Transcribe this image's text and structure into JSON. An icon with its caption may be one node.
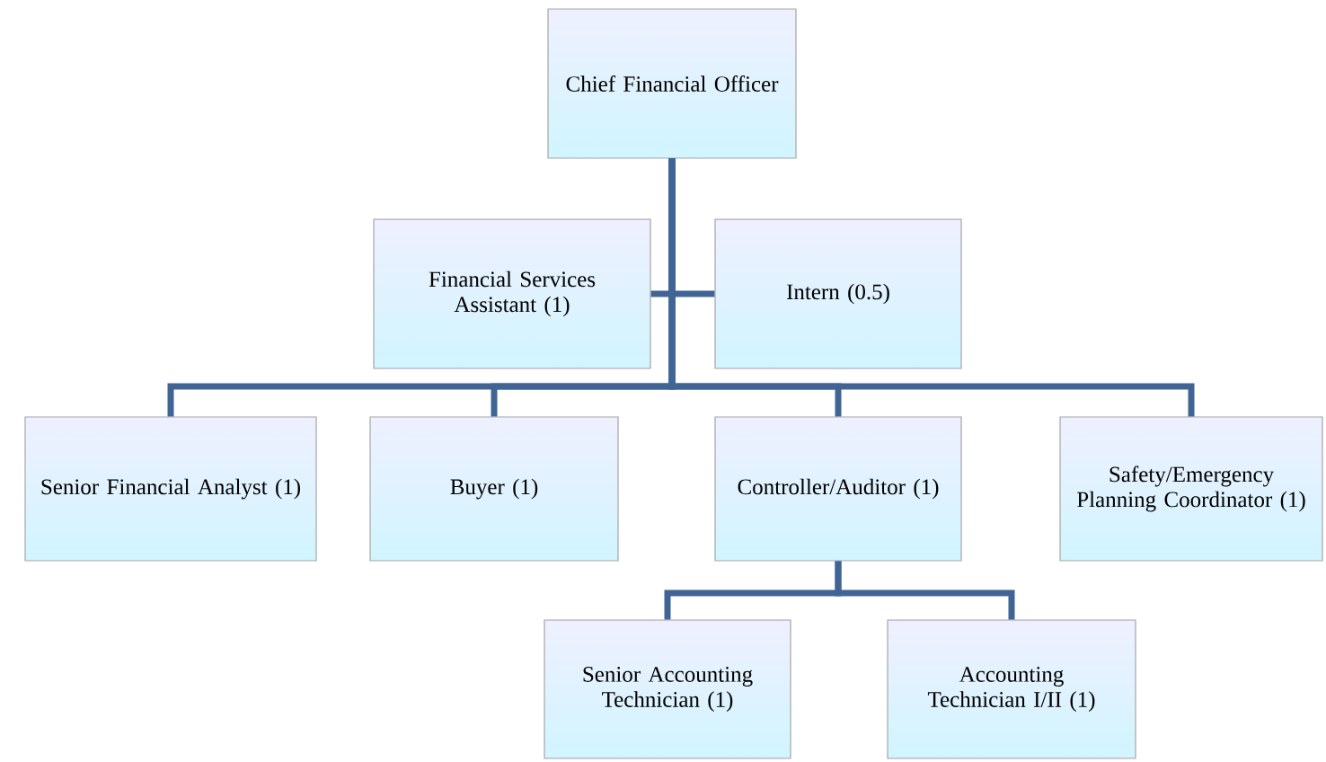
{
  "diagram": {
    "nodes": [
      {
        "text": [
          "Chief Financial Officer"
        ]
      },
      {
        "text": [
          "Financial Services Assistant (1)"
        ]
      },
      {
        "text": [
          "Intern (0.5)"
        ]
      },
      {
        "text": [
          "Senior Financial Analyst (1)"
        ]
      },
      {
        "text": [
          "Buyer (1)"
        ]
      },
      {
        "text": [
          "Controller/Auditor (1)"
        ]
      },
      {
        "text": [
          "Safety/Emergency Planning Coordinator (1)"
        ]
      },
      {
        "text": [
          "Senior Accounting Technician (1)"
        ]
      },
      {
        "text": [
          "Accounting Technician I/II (1)"
        ]
      }
    ],
    "edges": [
      {
        "from": 0,
        "to": 1,
        "arrow": "none"
      },
      {
        "from": 0,
        "to": 2,
        "arrow": "none"
      },
      {
        "from": 0,
        "to": 3,
        "arrow": "none"
      },
      {
        "from": 0,
        "to": 4,
        "arrow": "none"
      },
      {
        "from": 0,
        "to": 5,
        "arrow": "none"
      },
      {
        "from": 0,
        "to": 6,
        "arrow": "none"
      },
      {
        "from": 5,
        "to": 7,
        "arrow": "none"
      },
      {
        "from": 5,
        "to": 8,
        "arrow": "none"
      }
    ]
  }
}
